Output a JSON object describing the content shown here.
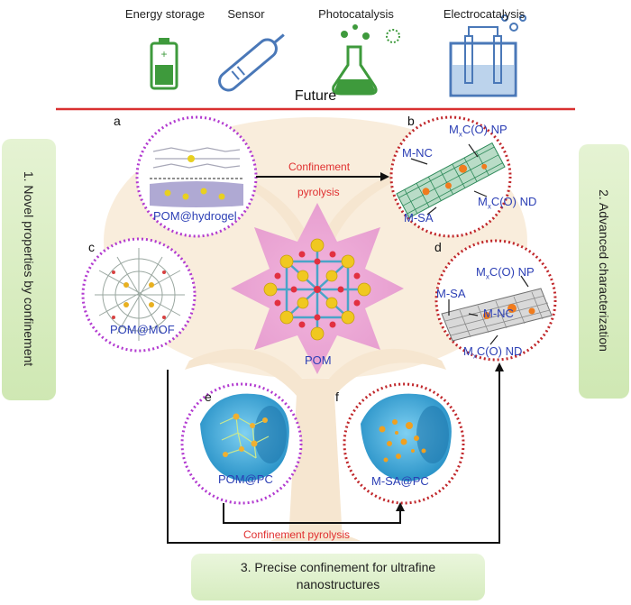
{
  "applications": {
    "energy_storage": "Energy storage",
    "sensor": "Sensor",
    "photocatalysis": "Photocatalysis",
    "electrocatalysis": "Electrocatalysis"
  },
  "future_label": "Future",
  "side_labels": {
    "left": "1. Novel properties by confinement",
    "right": "2. Advanced characterization",
    "bottom_line1": "3. Precise confinement for ultrafine",
    "bottom_line2": "nanostructures"
  },
  "panels": {
    "a": {
      "letter": "a",
      "label": "POM@hydrogel"
    },
    "b": {
      "letter": "b",
      "label_np_pre": "M",
      "label_np_sub": "x",
      "label_np_post": "C(O) NP",
      "label_nc": "M-NC",
      "label_nd_pre": "M",
      "label_nd_sub": "x",
      "label_nd_post": "C(O) ND",
      "label_sa": "M-SA"
    },
    "c": {
      "letter": "c",
      "label": "POM@MOF"
    },
    "d": {
      "letter": "d",
      "label_np_pre": "M",
      "label_np_sub": "x",
      "label_np_post": "C(O) NP",
      "label_sa": "M-SA",
      "label_nc": "M-NC",
      "label_nd_pre": "M",
      "label_nd_sub": "x",
      "label_nd_post": "C(O) ND"
    },
    "e": {
      "letter": "e",
      "label": "POM@PC"
    },
    "f": {
      "letter": "f",
      "label": "M-SA@PC"
    },
    "center": {
      "label": "POM"
    }
  },
  "arrows": {
    "top_line1": "Confinement",
    "top_line2": "pyrolysis",
    "bottom": "Confinement pyrolysis"
  },
  "colors": {
    "divider": "#d93030",
    "tree": "#f2dcbf",
    "purple_dots": "#b23ad0",
    "red_dots": "#c0262a",
    "label_blue": "#2c3fb5",
    "label_red": "#e03030",
    "green_icon": "#3e9a3c",
    "blue_icon": "#4a78b8"
  }
}
